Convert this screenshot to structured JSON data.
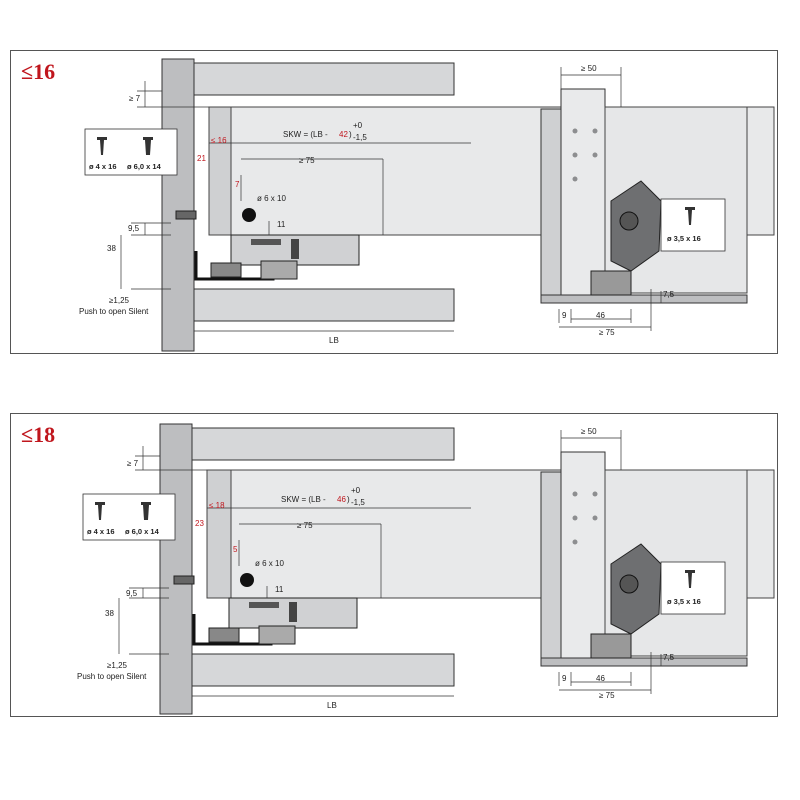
{
  "panels": [
    {
      "badge": "≤16",
      "side_thickness": "≤ 16",
      "offset_x": "21",
      "offset_red": "7",
      "skw_prefix": "SKW = (LB - ",
      "skw_value": "42",
      "skw_suffix": ")",
      "tol_plus": "+0",
      "tol_minus": "-1,5",
      "dim_top": "≥ 7",
      "dim_75": "≥ 75",
      "dim_hole": "ø 6 x 10",
      "dim_11": "11",
      "dim_95": "9,5",
      "dim_38": "38",
      "dim_125": "≥1,25",
      "push_label": "Push to open Silent",
      "screw1": "ø 4 x 16",
      "screw2": "ø 6,0 x 14",
      "lb": "LB",
      "right_top": "≥ 50",
      "right_screw": "ø 3,5 x 16",
      "right_75": "7,5",
      "right_9": "9",
      "right_46": "46",
      "right_b75": "≥ 75"
    },
    {
      "badge": "≤18",
      "side_thickness": "≤ 18",
      "offset_x": "23",
      "offset_red": "5",
      "skw_prefix": "SKW = (LB - ",
      "skw_value": "46",
      "skw_suffix": ")",
      "tol_plus": "+0",
      "tol_minus": "-1,5",
      "dim_top": "≥ 7",
      "dim_75": "≥ 75",
      "dim_hole": "ø 6 x 10",
      "dim_11": "11",
      "dim_95": "9,5",
      "dim_38": "38",
      "dim_125": "≥1,25",
      "push_label": "Push to open Silent",
      "screw1": "ø 4 x 16",
      "screw2": "ø 6,0 x 14",
      "lb": "LB",
      "right_top": "≥ 50",
      "right_screw": "ø 3,5 x 16",
      "right_75": "7,5",
      "right_9": "9",
      "right_46": "46",
      "right_b75": "≥ 75"
    }
  ],
  "colors": {
    "accent_red": "#c0161d",
    "panel_grey": "#bdbec0",
    "light_grey": "#dcdddf",
    "dark": "#2a2a2a"
  }
}
